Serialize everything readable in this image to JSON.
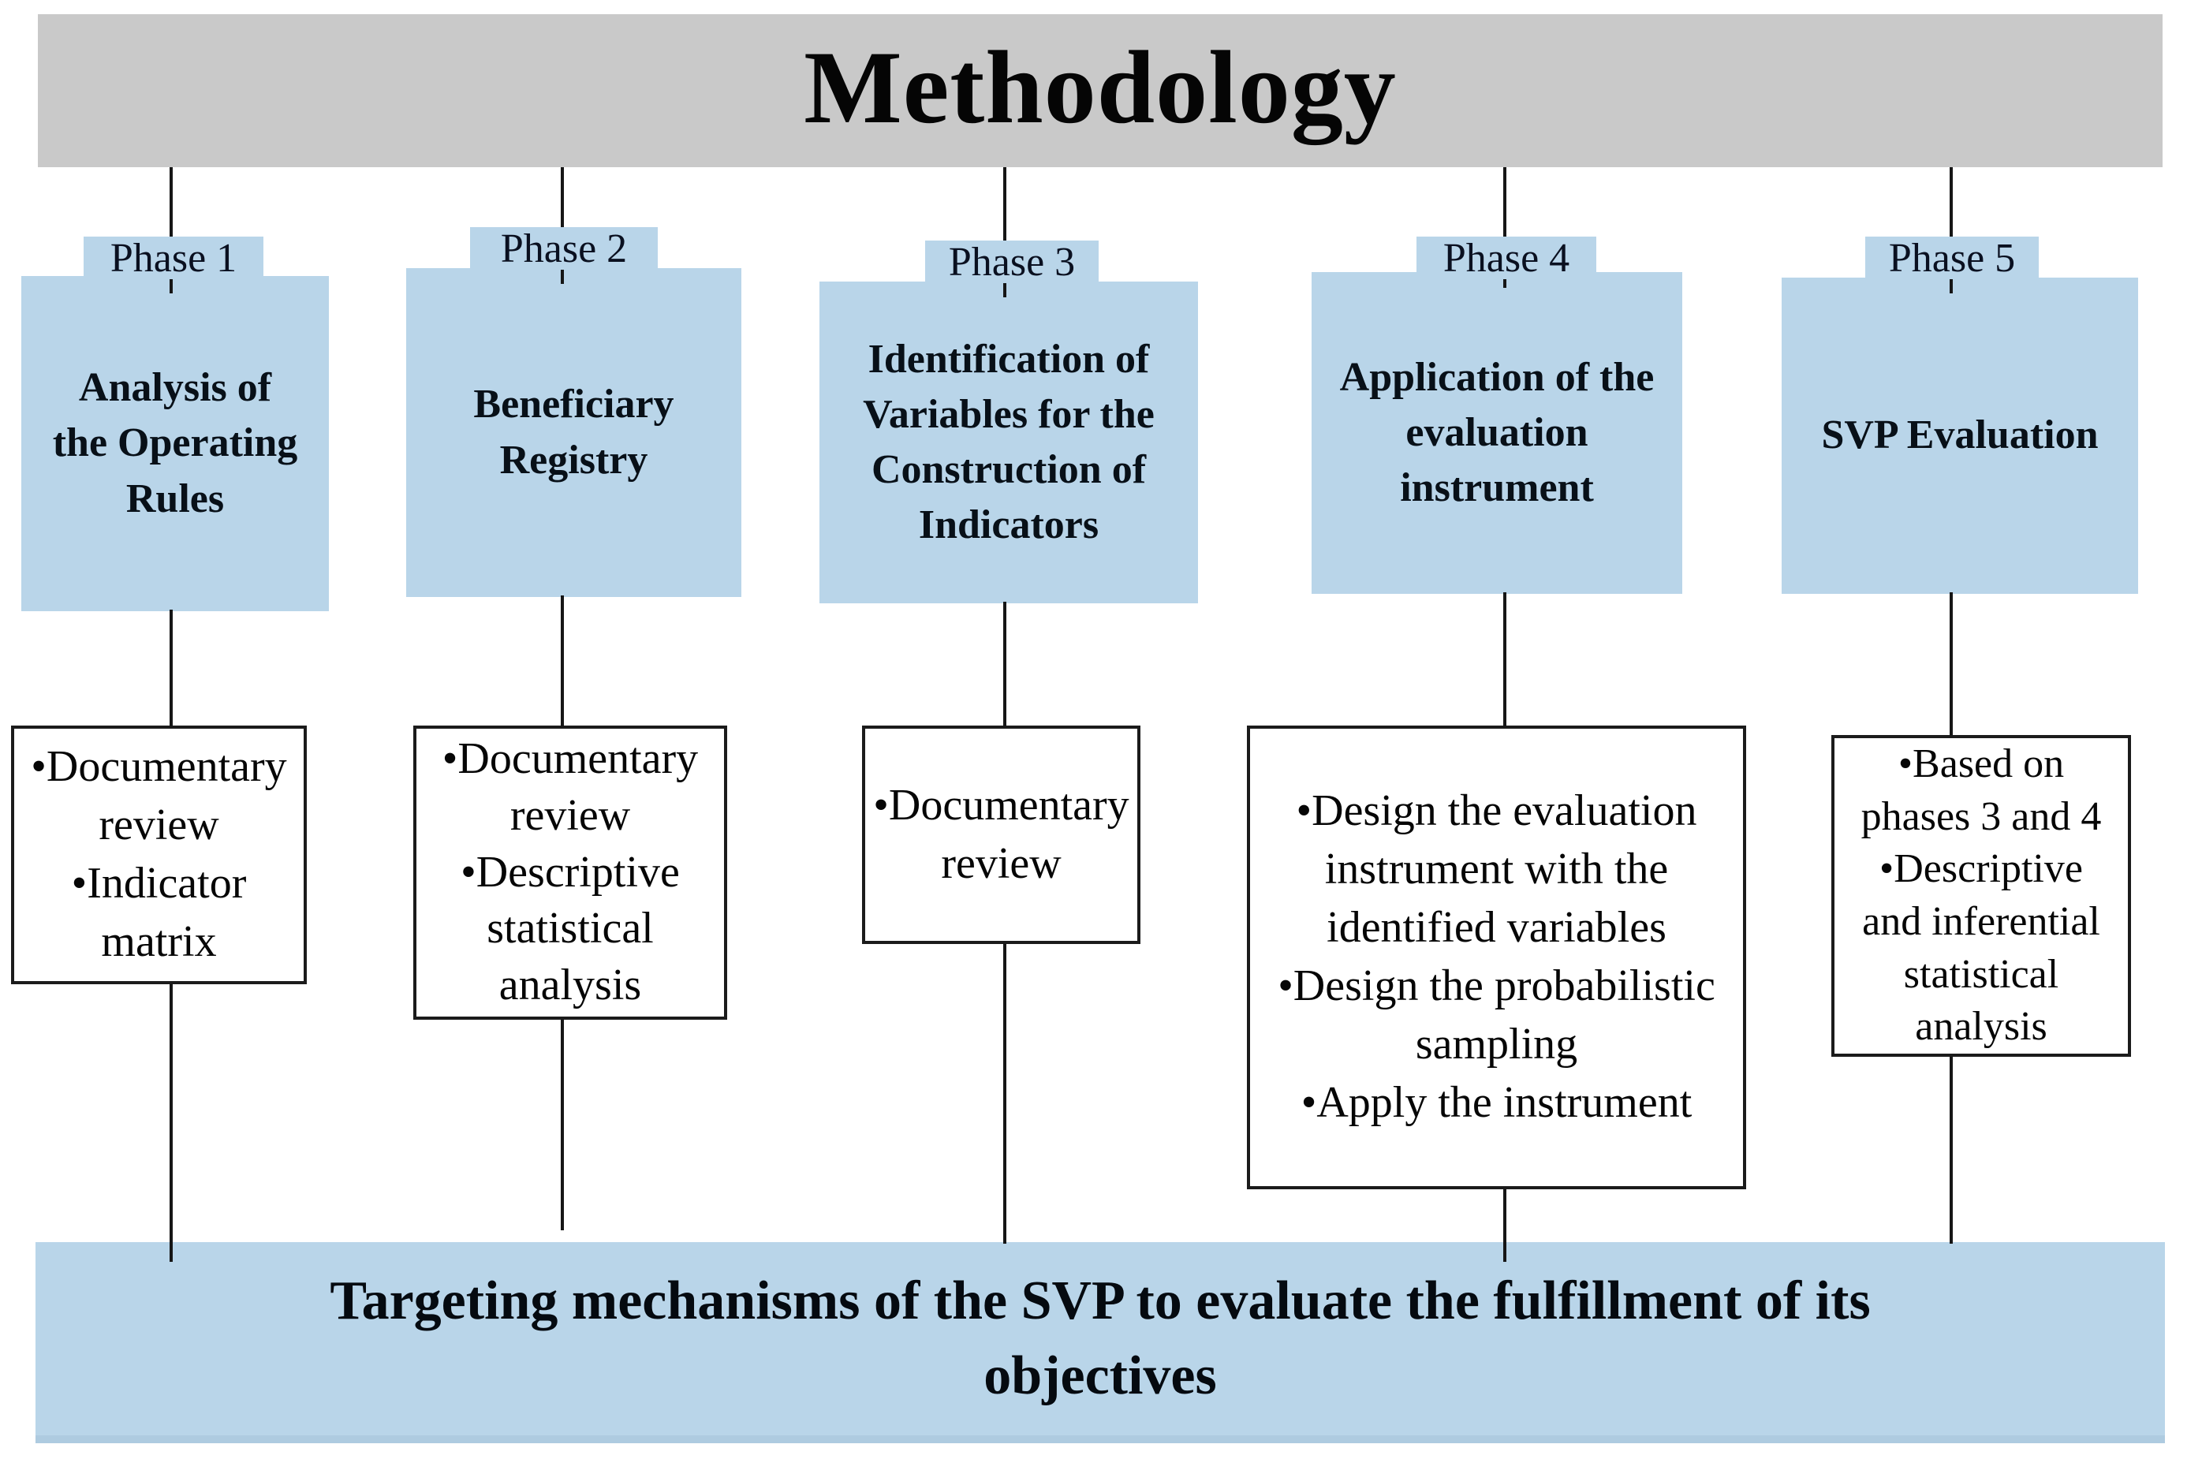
{
  "header": {
    "title": "Methodology"
  },
  "phases": [
    {
      "label": "Phase 1",
      "title": "Analysis of\nthe Operating\nRules",
      "details": "•Documentary\nreview\n•Indicator\nmatrix"
    },
    {
      "label": "Phase 2",
      "title": "Beneficiary\nRegistry",
      "details": "•Documentary\nreview\n•Descriptive\nstatistical\nanalysis"
    },
    {
      "label": "Phase 3",
      "title": "Identification of\nVariables for the\nConstruction of\nIndicators",
      "details": "•Documentary\nreview"
    },
    {
      "label": "Phase 4",
      "title": "Application of the\nevaluation\ninstrument",
      "details": "•Design the evaluation\ninstrument with the\nidentified variables\n•Design the probabilistic\nsampling\n•Apply the instrument"
    },
    {
      "label": "Phase 5",
      "title": "SVP Evaluation",
      "details": "•Based on\nphases 3 and 4\n•Descriptive\nand inferential\nstatistical\nanalysis"
    }
  ],
  "footer": {
    "text": "Targeting mechanisms of the SVP to evaluate the fulfillment of its\nobjectives"
  },
  "colors": {
    "box_blue": "#b9d5e9",
    "header_gray": "#c9c9c9",
    "line_black": "#161616"
  }
}
